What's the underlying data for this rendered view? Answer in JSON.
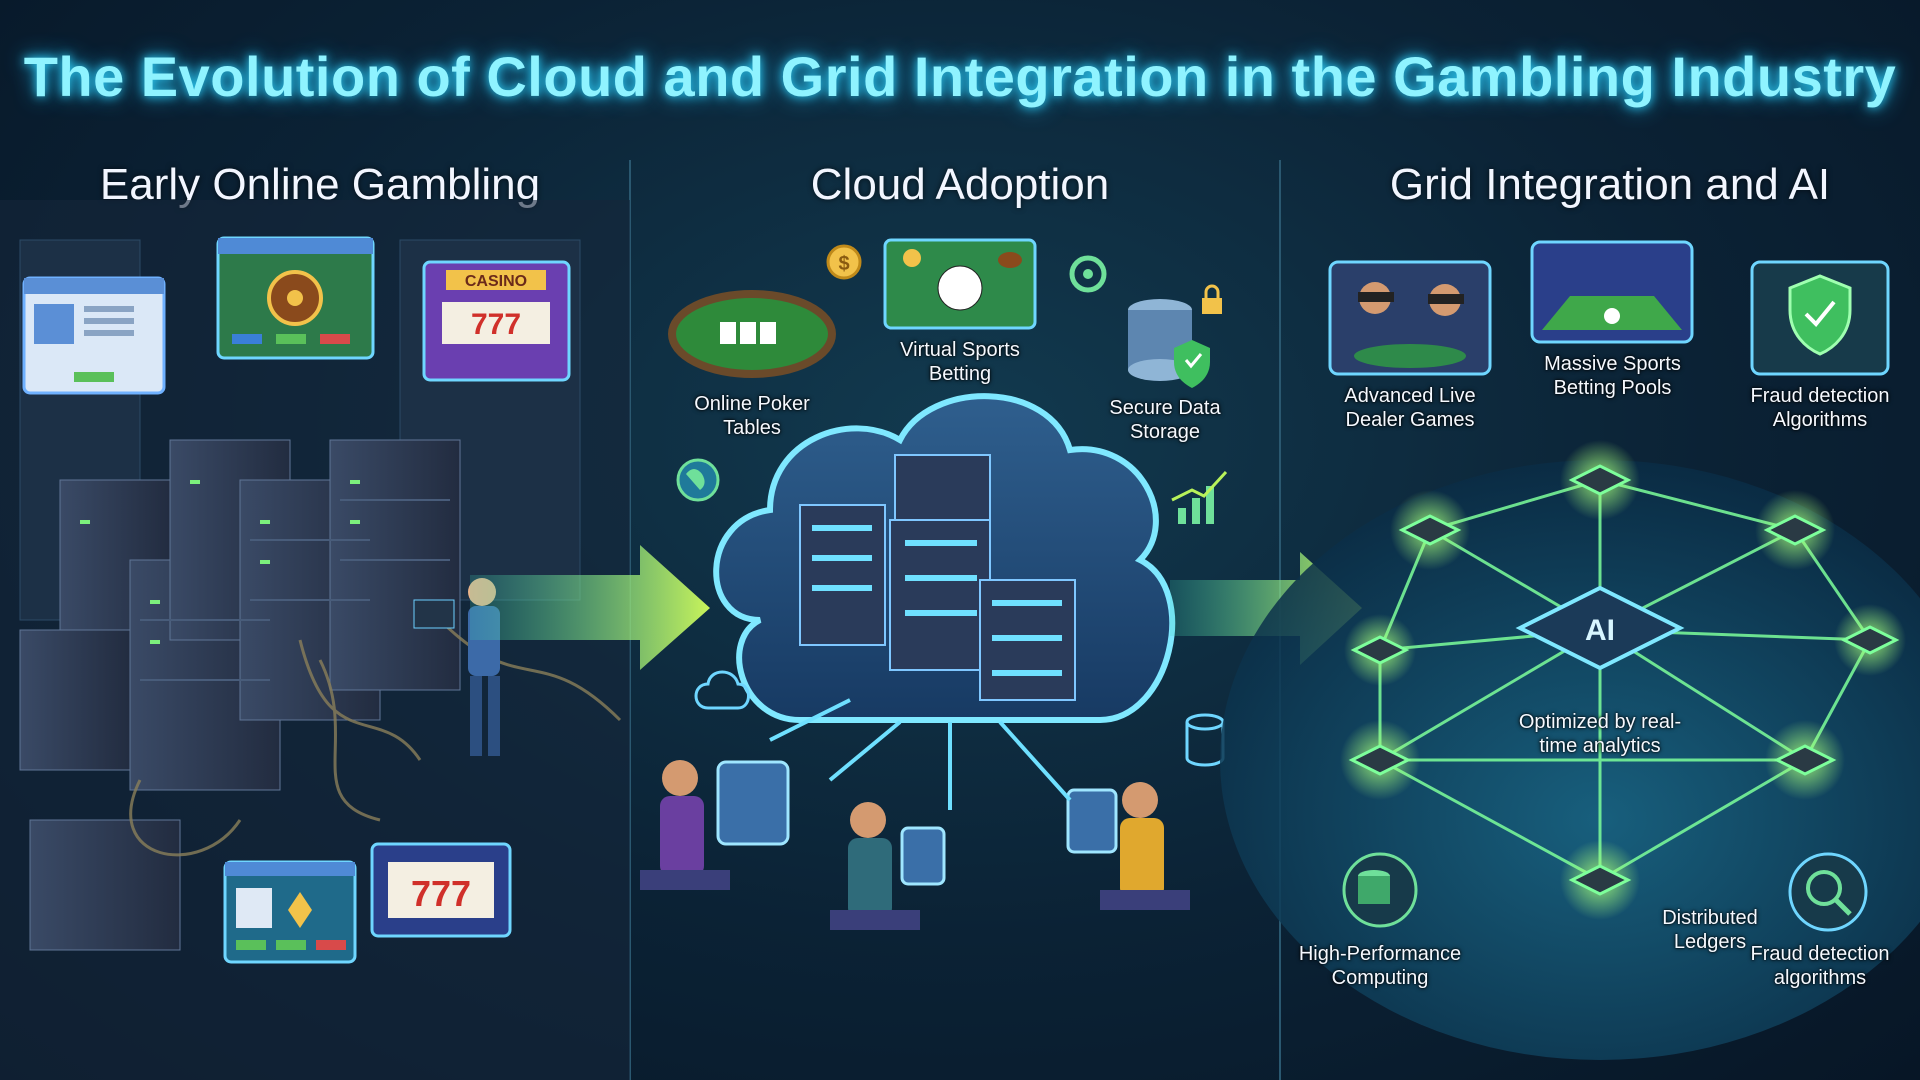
{
  "title": "The Evolution of Cloud and Grid Integration in the Gambling Industry",
  "panels": {
    "early": {
      "title": "Early Online Gambling",
      "casino_sign": "CASINO",
      "slot_digits": "777"
    },
    "cloud": {
      "title": "Cloud Adoption",
      "labels": {
        "poker": "Online Poker Tables",
        "virtual_sports": "Virtual Sports Betting",
        "secure_storage": "Secure Data Storage"
      }
    },
    "grid": {
      "title": "Grid Integration and AI",
      "ai_chip": "AI",
      "labels": {
        "live_dealer": "Advanced Live Dealer Games",
        "sports_pools": "Massive Sports Betting Pools",
        "fraud_top": "Fraud detection Algorithms",
        "optimized": "Optimized by real-time analytics",
        "hpc": "High-Performance Computing",
        "ledgers": "Distributed Ledgers",
        "fraud_bottom": "Fraud detection algorithms"
      }
    }
  },
  "colors": {
    "accent_cyan": "#8ff3ff",
    "arrow_green": "#b8f25a",
    "node_green": "#7dff9b",
    "background": "#0b2235"
  }
}
